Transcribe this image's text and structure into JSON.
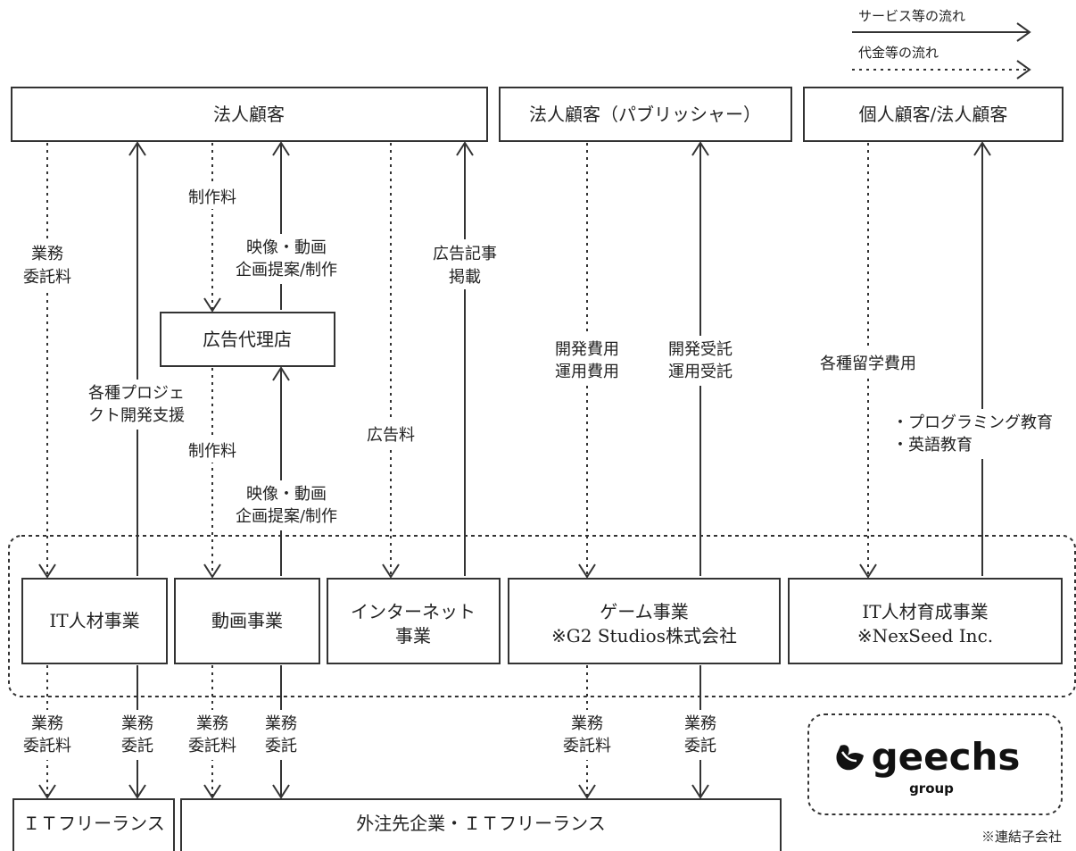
{
  "legend": {
    "service_flow": "サービス等の流れ",
    "payment_flow": "代金等の流れ"
  },
  "top": {
    "corporate_clients": "法人顧客",
    "publisher_clients": "法人顧客（パブリッシャー）",
    "individual_corporate_clients": "個人顧客/法人顧客"
  },
  "agency": "広告代理店",
  "businesses": {
    "it_talent": "IT人材事業",
    "video": "動画事業",
    "internet": [
      "インターネット",
      "事業"
    ],
    "game": [
      "ゲーム事業",
      "※G2 Studios株式会社"
    ],
    "it_training": [
      "IT人材育成事業",
      "※NexSeed Inc."
    ]
  },
  "bottom": {
    "it_freelance": "ＩＴフリーランス",
    "outsource": "外注先企業・ＩＴフリーランス"
  },
  "flows": {
    "outsourcing_fee": [
      "業務",
      "委託料"
    ],
    "project_support": [
      "各種プロジェ",
      "クト開発支援"
    ],
    "production_fee": "制作料",
    "video_planning": [
      "映像・動画",
      "企画提案/制作"
    ],
    "ad_fee": "広告料",
    "ad_article": [
      "広告記事",
      "掲載"
    ],
    "dev_op_costs": [
      "開発費用",
      "運用費用"
    ],
    "dev_op_contract": [
      "開発受託",
      "運用受託"
    ],
    "study_abroad_fees": "各種留学費用",
    "education": [
      "・プログラミング教育",
      "・英語教育"
    ],
    "outsourcing": [
      "業務",
      "委託"
    ]
  },
  "logo": {
    "name": "geechs",
    "sub": "group"
  },
  "note": "※連結子会社"
}
